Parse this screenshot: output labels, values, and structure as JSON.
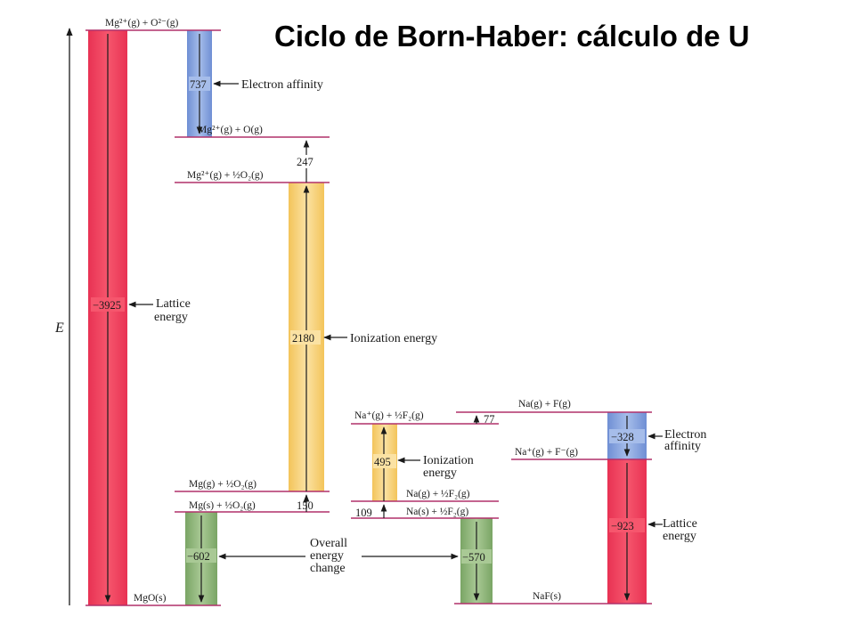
{
  "title": "Ciclo de Born-Haber: cálculo de U",
  "axis_label": "E",
  "colors": {
    "level_line": "#b0306a",
    "lattice_bar": "#ef3b57",
    "electron_affinity_bar": "#7f9edb",
    "ionization_bar": "#f4cc6a",
    "overall_bar": "#86ad72"
  },
  "mgo": {
    "levels": {
      "mg2_o2": "Mg²⁺(g) + O²⁻(g)",
      "mg2_o": "Mg²⁺(g) + O(g)",
      "mg2_halfo2": "Mg²⁺(g) + ½O₂(g)",
      "mgg_halfo2": "Mg(g) + ½O₂(g)",
      "mgs_halfo2": "Mg(s) + ½O₂(g)",
      "mgo_s": "MgO(s)"
    },
    "values": {
      "lattice": "−3925",
      "electron_affinity": "737",
      "atomization_o": "247",
      "ionization": "2180",
      "sublimation": "150",
      "overall": "−602"
    },
    "notes": {
      "electron_affinity": "Electron affinity",
      "lattice_line1": "Lattice",
      "lattice_line2": "energy",
      "ionization": "Ionization energy"
    }
  },
  "naf": {
    "levels": {
      "nag_fg": "Na(g) + F(g)",
      "na_plus_halff2": "Na⁺(g) + ½F₂(g)",
      "na_plus_f_minus": "Na⁺(g) + F⁻(g)",
      "nag_halff2": "Na(g) + ½F₂(g)",
      "nas_halff2": "Na(s) + ½F₂(g)",
      "naf_s": "NaF(s)"
    },
    "values": {
      "atomization_f": "77",
      "ionization": "495",
      "sublimation": "109",
      "electron_affinity": "−328",
      "lattice": "−923",
      "overall": "−570"
    },
    "notes": {
      "ionization_line1": "Ionization",
      "ionization_line2": "energy",
      "electron_affinity_line1": "Electron",
      "electron_affinity_line2": "affinity",
      "lattice_line1": "Lattice",
      "lattice_line2": "energy"
    }
  },
  "overall_note": {
    "line1": "Overall",
    "line2": "energy",
    "line3": "change"
  }
}
